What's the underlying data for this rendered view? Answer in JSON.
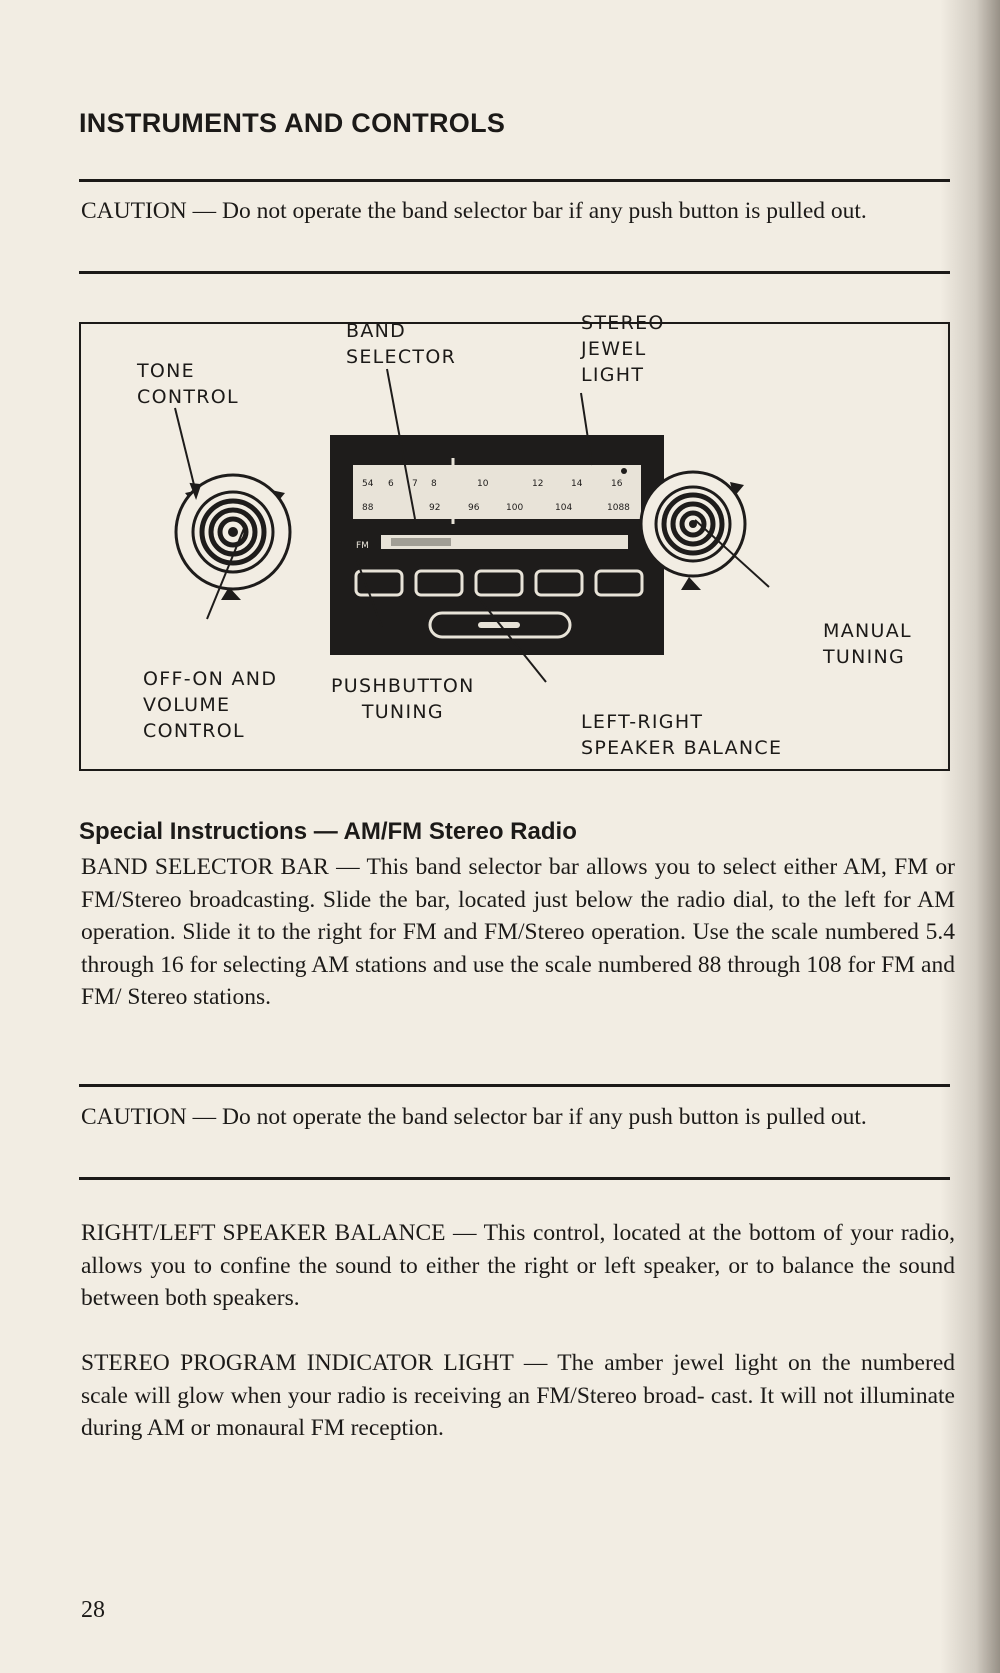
{
  "page": {
    "heading": "INSTRUMENTS AND CONTROLS",
    "caution_top": "CAUTION — Do not operate the band selector bar if any push button is pulled out.",
    "diagram": {
      "labels": {
        "band_selector": "BAND\nSELECTOR",
        "stereo_jewel_light": "STEREO\nJEWEL\nLIGHT",
        "tone_control": "TONE\nCONTROL",
        "off_on_volume": "OFF-ON AND\nVOLUME\nCONTROL",
        "pushbutton_tuning": "PUSHBUTTON\nTUNING",
        "manual_tuning": "MANUAL\nTUNING",
        "left_right_balance": "LEFT-RIGHT\nSPEAKER BALANCE"
      },
      "dial": {
        "am_scale": [
          "54",
          "6",
          "7",
          "8",
          "10",
          "12",
          "14",
          "16"
        ],
        "fm_scale": [
          "88",
          "92",
          "96",
          "100",
          "104",
          "1088"
        ],
        "fm_mark": "FM"
      }
    },
    "subheading": "Special Instructions — AM/FM Stereo Radio",
    "band_selector_paragraph": "BAND SELECTOR BAR — This band selector bar allows you to select either AM, FM or FM/Stereo broadcasting. Slide the bar, located just below the radio dial, to the left for AM operation. Slide it to the right for FM and FM/Stereo operation. Use the scale numbered 5.4 through 16 for selecting AM stations and use the scale numbered 88 through 108 for FM and FM/ Stereo stations.",
    "caution_bottom": "CAUTION — Do not operate the band selector bar if any push button is pulled out.",
    "balance_paragraph": "RIGHT/LEFT SPEAKER BALANCE — This control, located at the bottom of your radio, allows you to confine the sound to either the right or left speaker, or to balance the sound between both speakers.",
    "stereo_indicator_paragraph": "STEREO PROGRAM INDICATOR LIGHT — The amber jewel light on the numbered scale will glow when your radio is receiving an FM/Stereo broad- cast. It will not illuminate during AM or monaural FM reception.",
    "page_number": "28"
  }
}
